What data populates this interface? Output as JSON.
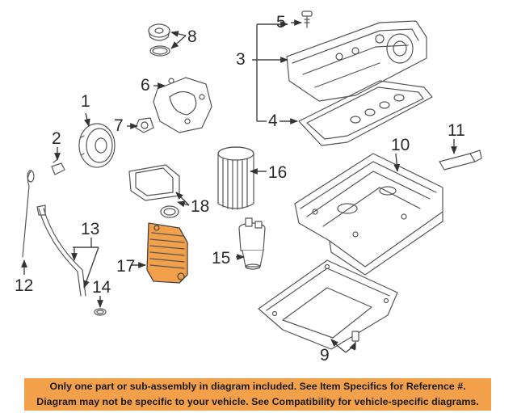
{
  "diagram": {
    "callouts": [
      "1",
      "2",
      "3",
      "4",
      "5",
      "6",
      "7",
      "8",
      "9",
      "10",
      "11",
      "12",
      "13",
      "14",
      "15",
      "16",
      "17",
      "18"
    ],
    "highlight_color": "#f2a04a"
  },
  "banner": {
    "line1": "Only one part or sub-assembly in diagram included. See Item Specifics for Reference #.",
    "line2": "Diagram may not be specific to your vehicle. See Compatibility for vehicle-specific diagrams.",
    "background": "#f2a04a"
  }
}
